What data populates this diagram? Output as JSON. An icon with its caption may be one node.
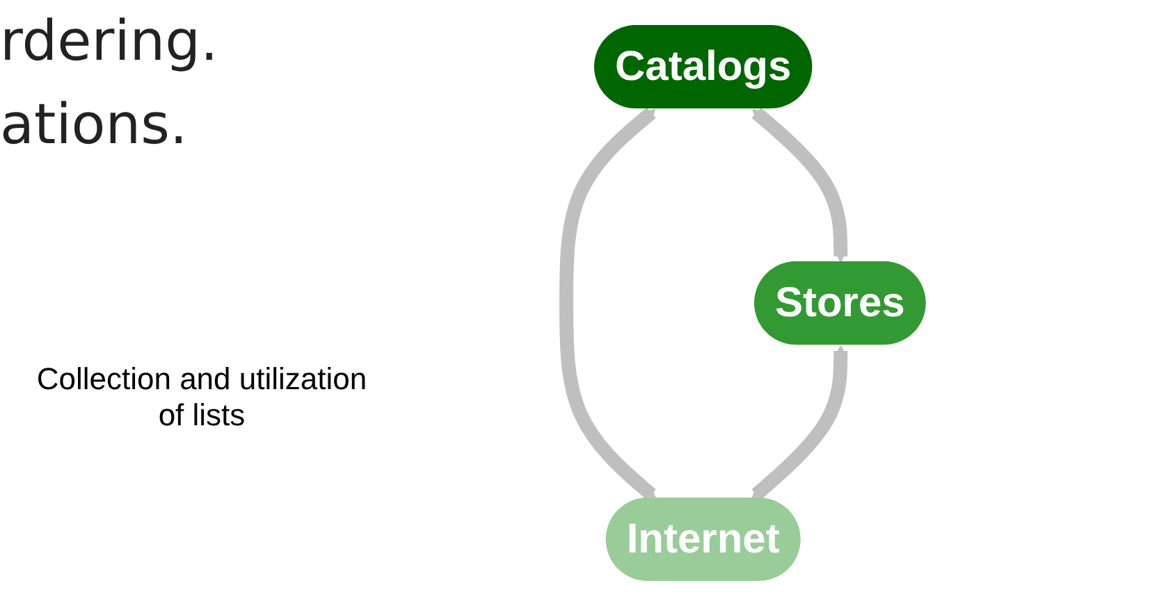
{
  "diagram": {
    "nodes": [
      {
        "text": [
          "Catalogs"
        ]
      },
      {
        "text": [
          "Stores"
        ]
      },
      {
        "text": [
          "Internet"
        ]
      }
    ],
    "edges": [
      {
        "from": 0,
        "to": 1,
        "arrow": "both"
      },
      {
        "from": 0,
        "to": 2,
        "arrow": "both"
      },
      {
        "from": 1,
        "to": 2,
        "arrow": "both"
      }
    ],
    "labels": [
      "rdering.",
      "ations.",
      "Collection and utilization of lists"
    ]
  }
}
